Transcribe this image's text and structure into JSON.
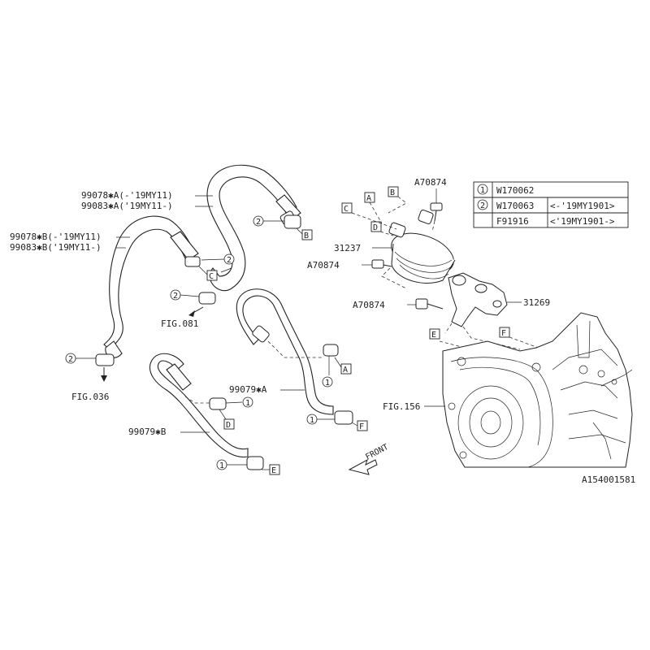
{
  "table": {
    "rows": [
      {
        "key": "1",
        "part": "W170062",
        "note": ""
      },
      {
        "key": "2",
        "part": "W170063",
        "note": "<-'19MY1901>"
      },
      {
        "key": "",
        "part": "F91916",
        "note": "<'19MY1901->"
      }
    ]
  },
  "labels": {
    "hose_a_1": "99078✱A(-'19MY11)",
    "hose_a_2": "99083✱A('19MY11-)",
    "hose_b_1": "99078✱B(-'19MY11)",
    "hose_b_2": "99083✱B('19MY11-)",
    "hose_99079a": "99079✱A",
    "hose_99079b": "99079✱B",
    "fig081": "FIG.081",
    "fig036": "FIG.036",
    "fig156": "FIG.156",
    "bolt1": "A70874",
    "bolt2": "A70874",
    "bolt3": "A70874",
    "cooler": "31237",
    "bracket": "31269",
    "front": "FRONT",
    "ref_code": "A154001581"
  },
  "callouts": {
    "A": "A",
    "B": "B",
    "C": "C",
    "D": "D",
    "E": "E",
    "F": "F",
    "n1": "1",
    "n2": "2"
  }
}
